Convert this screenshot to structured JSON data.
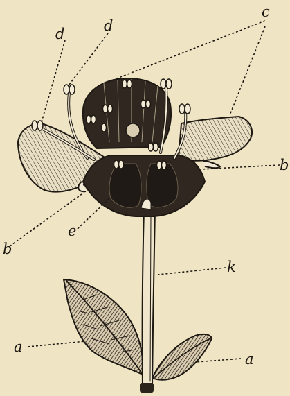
{
  "figure": {
    "palette": {
      "paper": "#efe4c4",
      "ink": "#1d1812",
      "shade": "#3a3128",
      "light": "#f2ead4"
    },
    "labels": {
      "d_left": "d",
      "d_right": "d",
      "c": "c",
      "b_right": "b",
      "b_left": "b",
      "e": "e",
      "k": "k",
      "a_left": "a",
      "a_right": "a"
    }
  }
}
